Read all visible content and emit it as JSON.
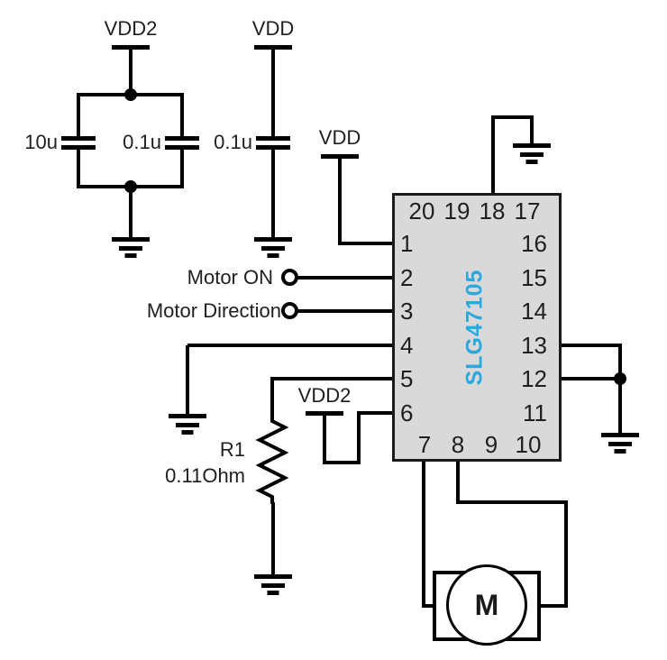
{
  "power_rails": {
    "top_left": "VDD2",
    "top_mid": "VDD",
    "pin1": "VDD",
    "pin6": "VDD2"
  },
  "capacitors": {
    "c1_value": "10u",
    "c2_value": "0.1u",
    "c3_value": "0.1u"
  },
  "signals": {
    "motor_on": "Motor ON",
    "motor_direction": "Motor Direction"
  },
  "resistor": {
    "name": "R1",
    "value": "0.11Ohm"
  },
  "ic": {
    "part_number": "SLG47105",
    "pins_top": [
      "20",
      "19",
      "18",
      "17"
    ],
    "pins_left": [
      "1",
      "2",
      "3",
      "4",
      "5",
      "6"
    ],
    "pins_right": [
      "16",
      "15",
      "14",
      "13",
      "12",
      "11"
    ],
    "pins_bottom": [
      "7",
      "8",
      "9",
      "10"
    ]
  },
  "motor": {
    "label": "M"
  },
  "colors": {
    "ic_fill": "#d9d9d9",
    "part_number_text": "#29a9e0",
    "wire": "#000000"
  }
}
